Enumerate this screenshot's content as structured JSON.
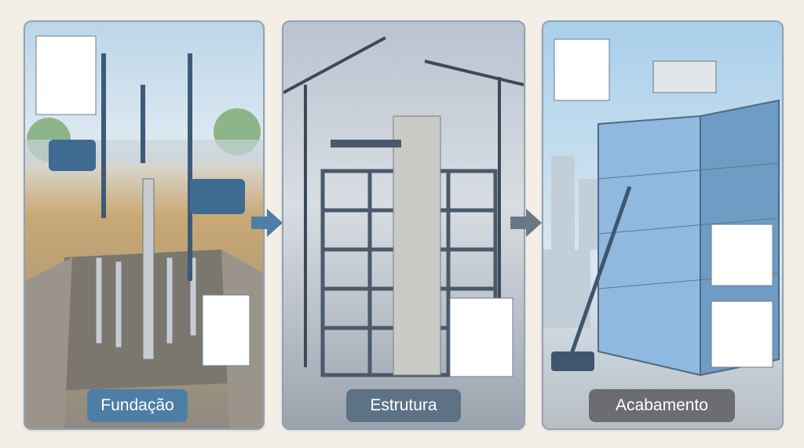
{
  "stages": [
    {
      "label": "Fundação"
    },
    {
      "label": "Estrutura"
    },
    {
      "label": "Acabamento"
    }
  ],
  "colors": {
    "background": "#f4efe6",
    "panel_border": "#8fa3b5",
    "label_fundacao": "#4d7ea6",
    "label_estrutura": "#5e7286",
    "label_acabamento": "#6b6d70",
    "arrow_1": "#4d7ea6",
    "arrow_2": "#6b7785"
  },
  "icons": [
    "right-arrow-icon",
    "right-arrow-icon"
  ]
}
